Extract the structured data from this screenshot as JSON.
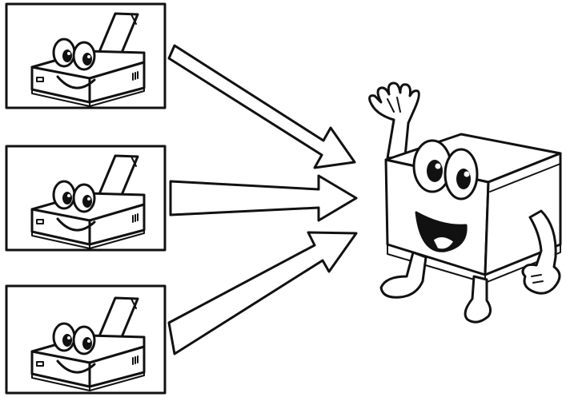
{
  "diagram": {
    "source_printers": [
      {
        "id": "printer-top"
      },
      {
        "id": "printer-middle"
      },
      {
        "id": "printer-bottom"
      }
    ],
    "connector": "arrow",
    "target": "large-printer-character",
    "colors": {
      "ink": "#111111",
      "paper": "#ffffff"
    }
  }
}
